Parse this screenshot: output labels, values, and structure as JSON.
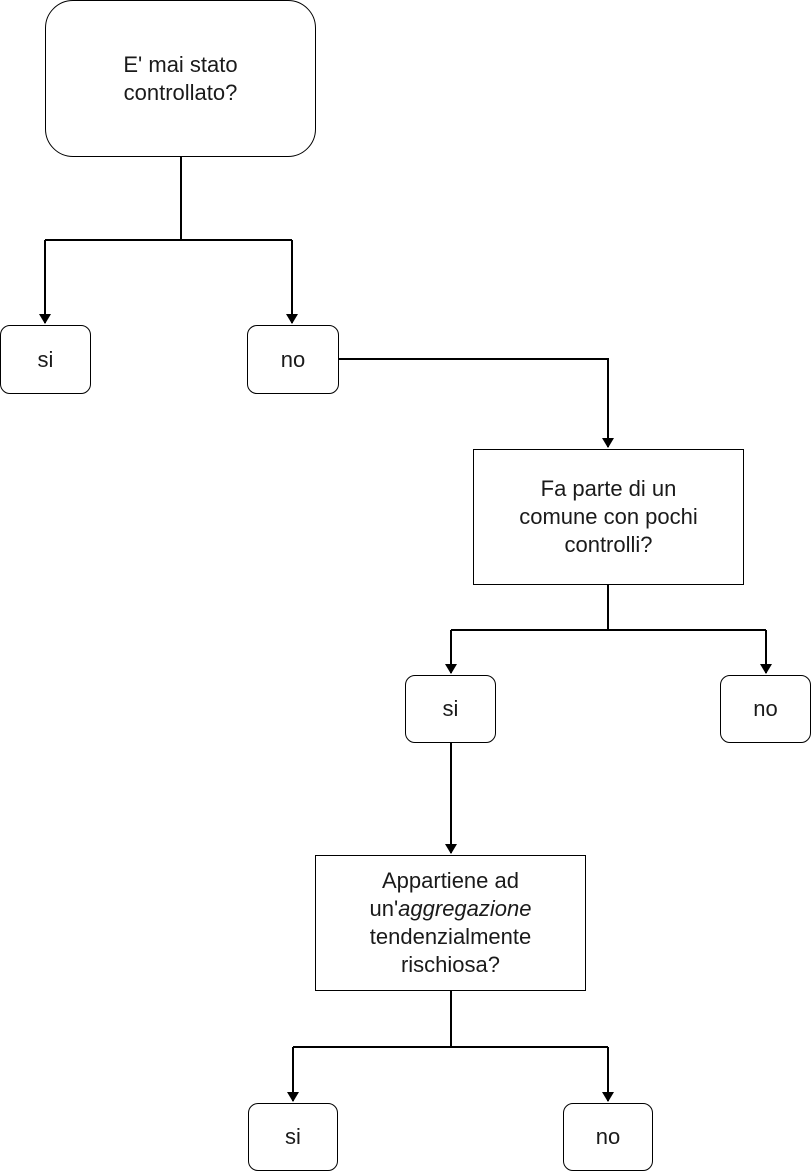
{
  "nodes": {
    "q1": {
      "line1": "E' mai stato",
      "line2": "controllato?"
    },
    "q1_yes": {
      "label": "si"
    },
    "q1_no": {
      "label": "no"
    },
    "q2": {
      "line1": "Fa parte di un",
      "line2": "comune con pochi",
      "line3": "controlli?"
    },
    "q2_yes": {
      "label": "si"
    },
    "q2_no": {
      "label": "no"
    },
    "q3": {
      "line1": "Appartiene ad",
      "line2_prefix": "un'",
      "line2_italic": "aggregazione",
      "line3": "tendenzialmente",
      "line4": "rischiosa?"
    },
    "q3_yes": {
      "label": "si"
    },
    "q3_no": {
      "label": "no"
    }
  },
  "colors": {
    "stroke": "#000000",
    "background": "#ffffff",
    "text": "#1a1a1a"
  }
}
